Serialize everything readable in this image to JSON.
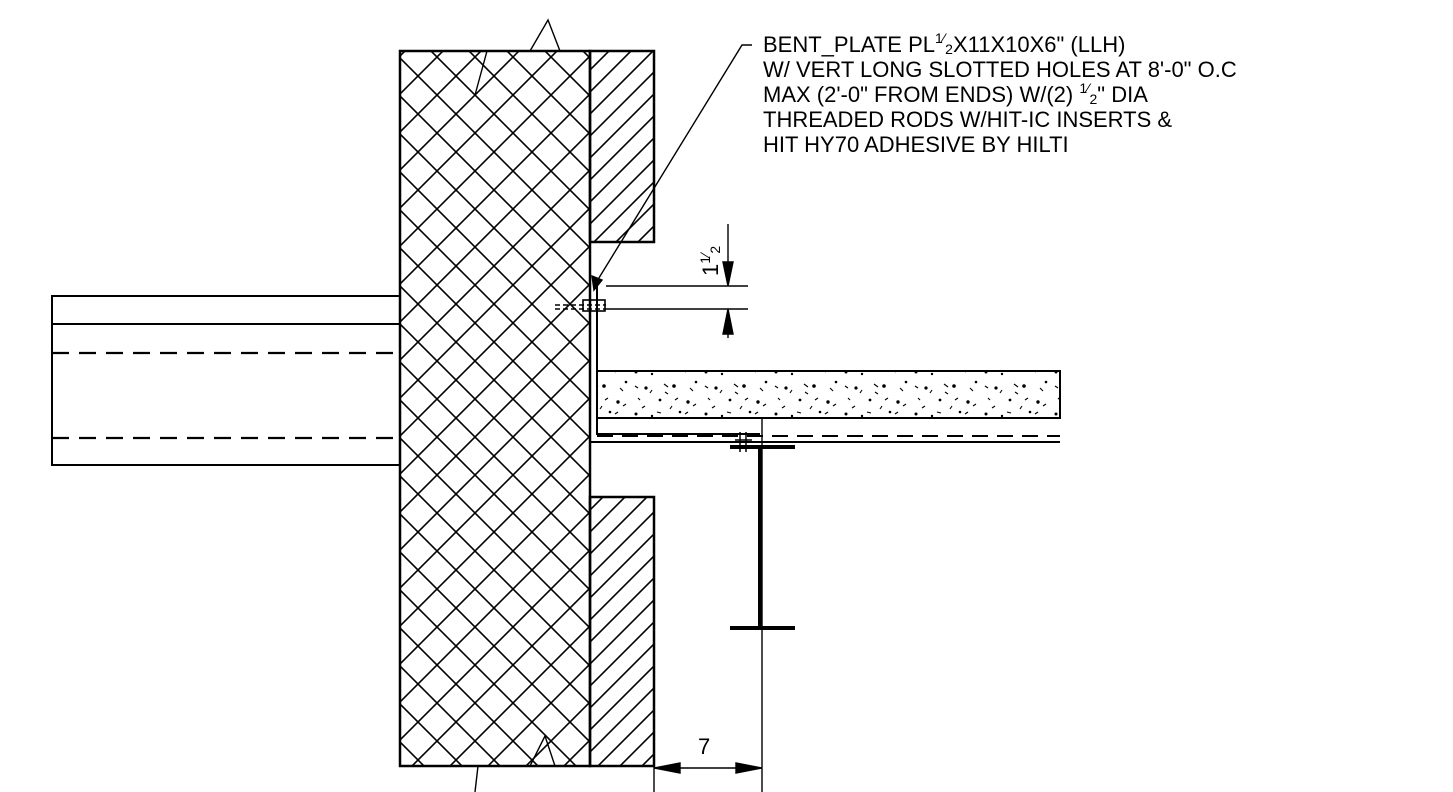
{
  "callout": {
    "line1_pre": "BENT_PLATE PL",
    "line1_frac_num": "1",
    "line1_frac_den": "2",
    "line1_post": "X11X10X6\" (LLH)",
    "line2": "W/ VERT LONG SLOTTED HOLES AT 8'-0\" O.C",
    "line3_pre": "MAX (2'-0\" FROM  ENDS) W/(2) ",
    "line3_frac_num": "1",
    "line3_frac_den": "2",
    "line3_post": "\" DIA",
    "line4": "THREADED RODS W/HIT-IC INSERTS &",
    "line5": "HIT HY70 ADHESIVE BY HILTI"
  },
  "dims": {
    "vertical_whole": "1",
    "vertical_frac_num": "1",
    "vertical_frac_den": "2",
    "horizontal": "7"
  }
}
